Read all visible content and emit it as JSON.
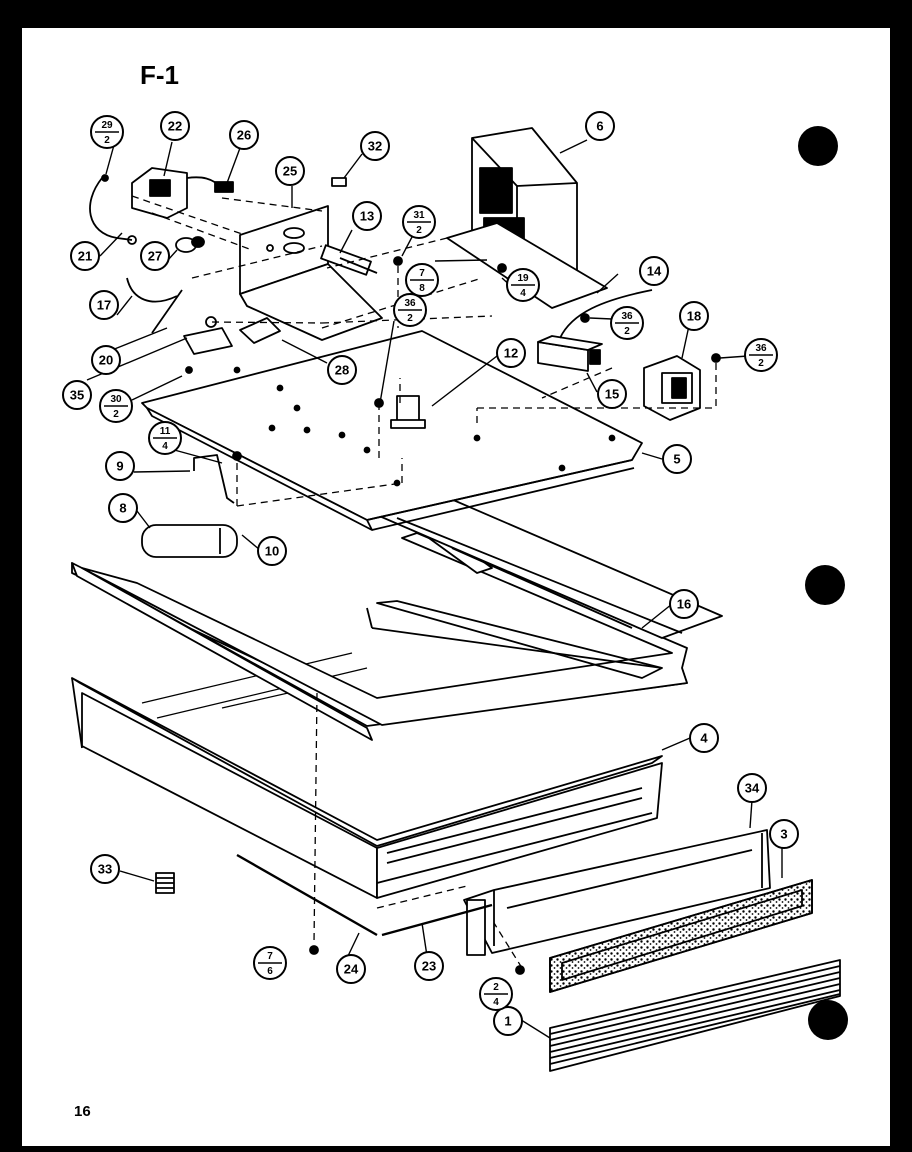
{
  "figure_title": "F-1",
  "page_number": "16",
  "callouts": [
    {
      "id": "c1",
      "text": "1"
    },
    {
      "id": "c3",
      "text": "3"
    },
    {
      "id": "c4",
      "text": "4"
    },
    {
      "id": "c5",
      "text": "5"
    },
    {
      "id": "c6",
      "text": "6"
    },
    {
      "id": "c8",
      "text": "8"
    },
    {
      "id": "c9",
      "text": "9"
    },
    {
      "id": "c10",
      "text": "10"
    },
    {
      "id": "c12",
      "text": "12"
    },
    {
      "id": "c13",
      "text": "13"
    },
    {
      "id": "c14",
      "text": "14"
    },
    {
      "id": "c15",
      "text": "15"
    },
    {
      "id": "c16",
      "text": "16"
    },
    {
      "id": "c17",
      "text": "17"
    },
    {
      "id": "c18",
      "text": "18"
    },
    {
      "id": "c20",
      "text": "20"
    },
    {
      "id": "c21",
      "text": "21"
    },
    {
      "id": "c22",
      "text": "22"
    },
    {
      "id": "c23",
      "text": "23"
    },
    {
      "id": "c24",
      "text": "24"
    },
    {
      "id": "c25",
      "text": "25"
    },
    {
      "id": "c26",
      "text": "26"
    },
    {
      "id": "c27",
      "text": "27"
    },
    {
      "id": "c28",
      "text": "28"
    },
    {
      "id": "c32",
      "text": "32"
    },
    {
      "id": "c33",
      "text": "33"
    },
    {
      "id": "c34",
      "text": "34"
    },
    {
      "id": "c35",
      "text": "35"
    }
  ],
  "fraction_callouts": [
    {
      "id": "f29_2",
      "top": "29",
      "bottom": "2"
    },
    {
      "id": "f31_2",
      "top": "31",
      "bottom": "2"
    },
    {
      "id": "f7_8",
      "top": "7",
      "bottom": "8"
    },
    {
      "id": "f19_4",
      "top": "19",
      "bottom": "4"
    },
    {
      "id": "f36_2a",
      "top": "36",
      "bottom": "2"
    },
    {
      "id": "f36_2b",
      "top": "36",
      "bottom": "2"
    },
    {
      "id": "f36_2c",
      "top": "36",
      "bottom": "2"
    },
    {
      "id": "f30_2",
      "top": "30",
      "bottom": "2"
    },
    {
      "id": "f11_4",
      "top": "11",
      "bottom": "4"
    },
    {
      "id": "f7_6",
      "top": "7",
      "bottom": "6"
    },
    {
      "id": "f2_4",
      "top": "2",
      "bottom": "4"
    }
  ]
}
